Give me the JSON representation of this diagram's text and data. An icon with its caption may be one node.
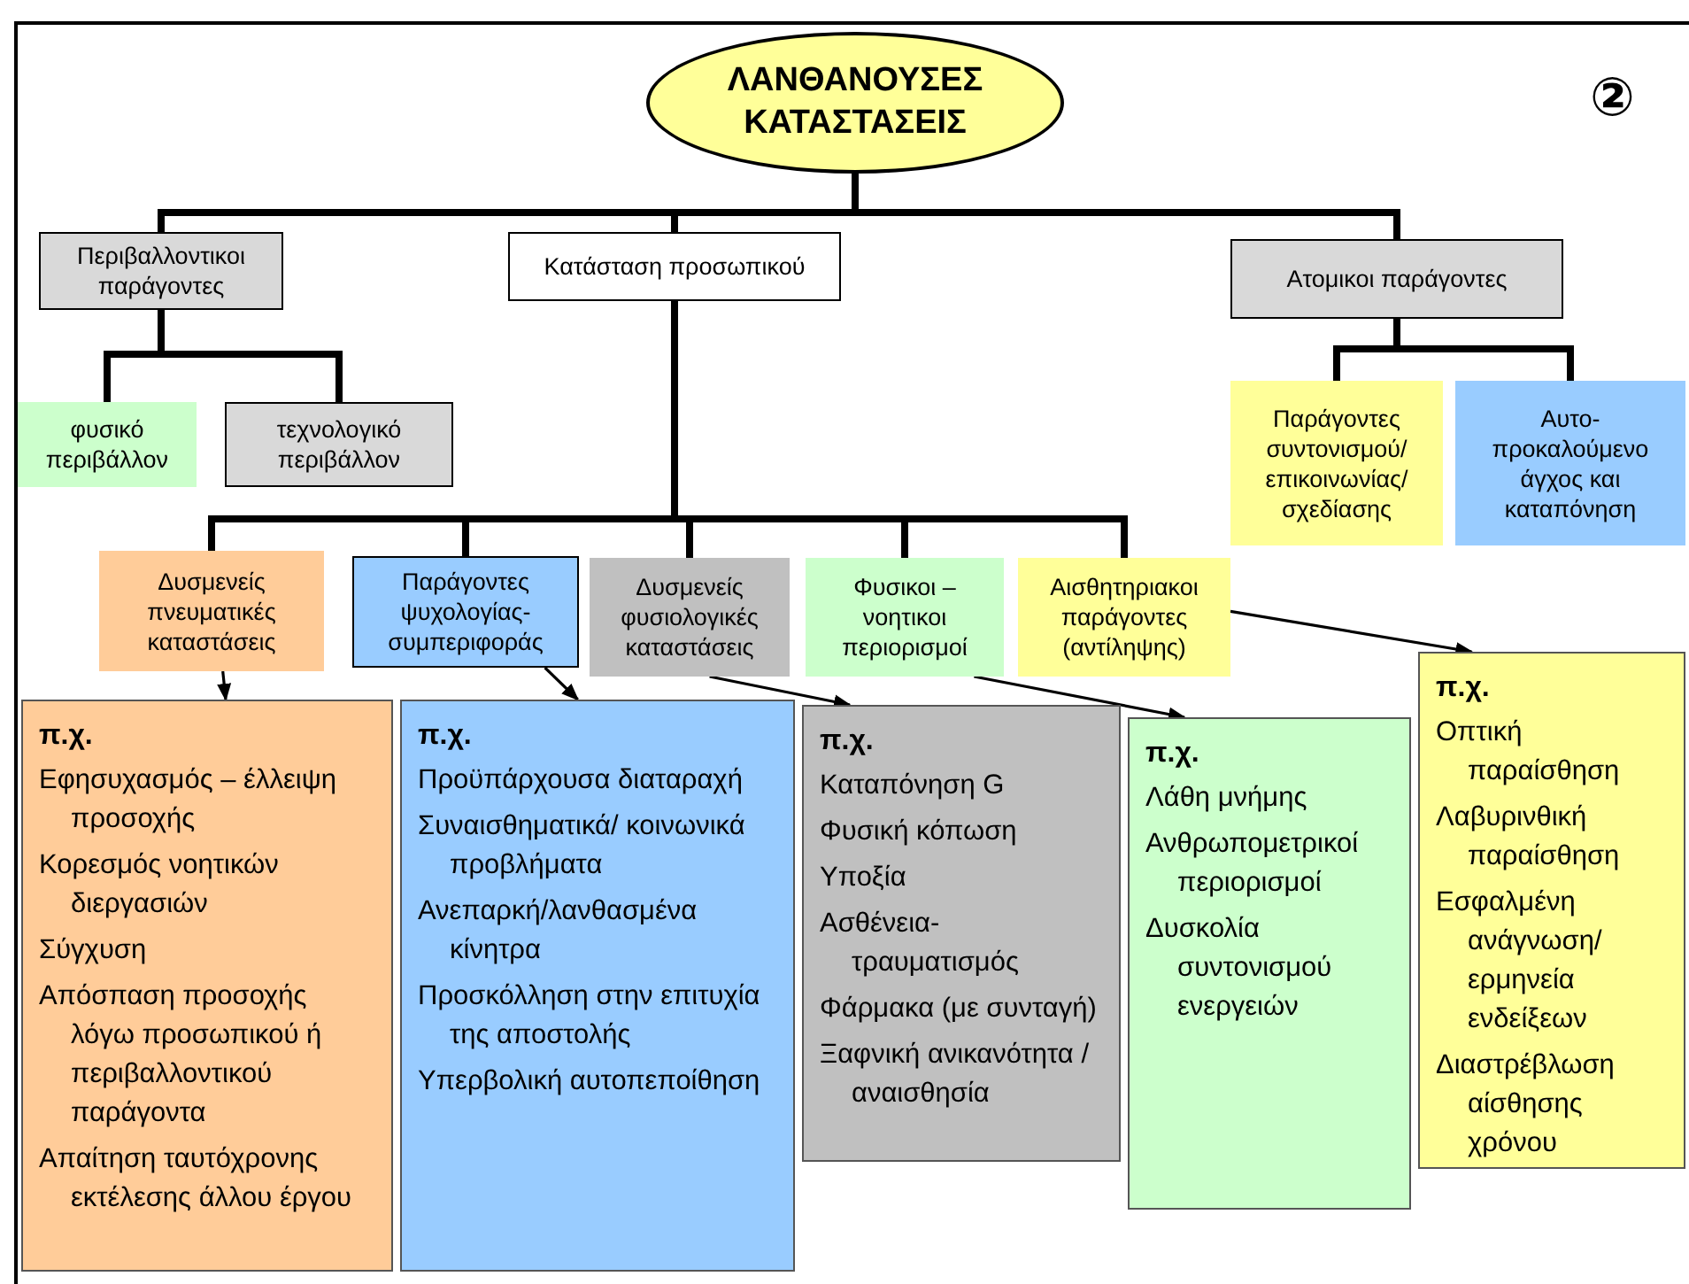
{
  "diagram": {
    "nodes": [
      {
        "text": [
          "ΛΑΝΘΑΝΟΥΣΕΣ ΚΑΤΑΣΤΑΣΕΙΣ"
        ]
      },
      {
        "text": [
          "Περιβαλλοντικοι παράγοντες"
        ]
      },
      {
        "text": [
          "Κατάσταση προσωπικού"
        ]
      },
      {
        "text": [
          "Ατομικοι παράγοντες"
        ]
      },
      {
        "text": [
          "φυσικό περιβάλλον"
        ]
      },
      {
        "text": [
          "τεχνολογικό περιβάλλον"
        ]
      },
      {
        "text": [
          "Παράγοντες συντονισμού/ επικοινωνίας/ σχεδίασης"
        ]
      },
      {
        "text": [
          "Αυτο- προκαλούμενο άγχος και καταπόνηση"
        ]
      },
      {
        "text": [
          "Δυσμενείς πνευματικές καταστάσεις"
        ]
      },
      {
        "text": [
          "Παράγοντες ψυχολογίας- συμπεριφοράς"
        ]
      },
      {
        "text": [
          "Δυσμενείς φυσιολογικές καταστάσεις"
        ]
      },
      {
        "text": [
          "Φυσικοι – νοητικοι περιορισμοί"
        ]
      },
      {
        "text": [
          "Αισθητηριακοι παράγοντες (αντίληψης)"
        ]
      },
      {
        "text": [
          "π.χ.",
          "Εφησυχασμός – έλλειψη προσοχής",
          "Κορεσμός νοητικών διεργασιών",
          "Σύγχυση",
          "Απόσπαση προσοχής λόγω προσωπικού ή περιβαλλοντικού παράγοντα",
          "Απαίτηση ταυτόχρονης εκτέλεσης άλλου έργου"
        ]
      },
      {
        "text": [
          "π.χ.",
          "Προϋπάρχουσα διαταραχή",
          "Συναισθηματικά/ κοινωνικά προβλήματα",
          "Ανεπαρκή/λανθασμένα κίνητρα",
          "Προσκόλληση στην επιτυχία της αποστολής",
          "Υπερβολική αυτοπεποίθηση"
        ]
      },
      {
        "text": [
          "π.χ.",
          "Καταπόνηση G",
          "Φυσική κόπωση",
          "Υποξία",
          "Ασθένεια- τραυματισμός",
          "Φάρμακα (με συνταγή)",
          "Ξαφνική ανικανότητα /αναισθησία"
        ]
      },
      {
        "text": [
          "π.χ.",
          "Λάθη μνήμης",
          "Ανθρωπομετρικοί περιορισμοί",
          "Δυσκολία συντονισμού ενεργειών"
        ]
      },
      {
        "text": [
          "π.χ.",
          "Οπτική παραίσθηση",
          "Λαβυρινθική παραίσθηση",
          "Εσφαλμένη ανάγνωση/ ερμηνεία ενδείξεων",
          "Διαστρέβλωση αίσθησης χρόνου"
        ]
      }
    ],
    "edges": [
      {
        "from": 0,
        "to": 1,
        "arrow": "none"
      },
      {
        "from": 0,
        "to": 2,
        "arrow": "none"
      },
      {
        "from": 0,
        "to": 3,
        "arrow": "none"
      },
      {
        "from": 1,
        "to": 4,
        "arrow": "none"
      },
      {
        "from": 1,
        "to": 5,
        "arrow": "none"
      },
      {
        "from": 3,
        "to": 6,
        "arrow": "none"
      },
      {
        "from": 3,
        "to": 7,
        "arrow": "none"
      },
      {
        "from": 2,
        "to": 8,
        "arrow": "none"
      },
      {
        "from": 2,
        "to": 9,
        "arrow": "none"
      },
      {
        "from": 2,
        "to": 10,
        "arrow": "none"
      },
      {
        "from": 2,
        "to": 11,
        "arrow": "none"
      },
      {
        "from": 2,
        "to": 12,
        "arrow": "none"
      },
      {
        "from": 8,
        "to": 13,
        "arrow": "to"
      },
      {
        "from": 9,
        "to": 14,
        "arrow": "to"
      },
      {
        "from": 10,
        "to": 15,
        "arrow": "to"
      },
      {
        "from": 11,
        "to": 16,
        "arrow": "to"
      },
      {
        "from": 12,
        "to": 17,
        "arrow": "to"
      }
    ],
    "labels": [
      "②"
    ]
  }
}
